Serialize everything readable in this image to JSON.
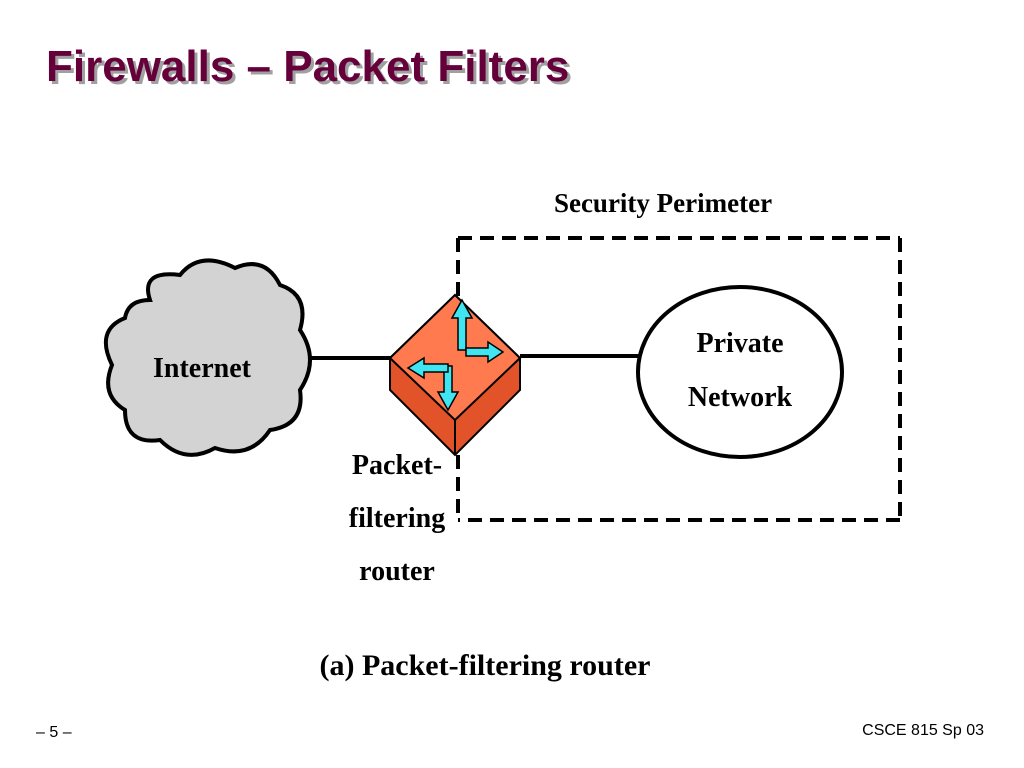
{
  "slide": {
    "title": "Firewalls – Packet Filters",
    "page_number": "– 5 –",
    "course": "CSCE 815 Sp 03"
  },
  "diagram": {
    "perimeter_label": "Security Perimeter",
    "internet_label": "Internet",
    "private_network_line1": "Private",
    "private_network_line2": "Network",
    "router_label_line1": "Packet-",
    "router_label_line2": "filtering",
    "router_label_line3": "router",
    "caption": "(a) Packet-filtering router",
    "colors": {
      "cloud_fill": "#d3d3d3",
      "router_fill": "#ff7a4f",
      "router_side": "#e2532a",
      "router_arrows": "#3fe6f2"
    },
    "icons": [
      "cloud-icon",
      "router-icon"
    ]
  }
}
